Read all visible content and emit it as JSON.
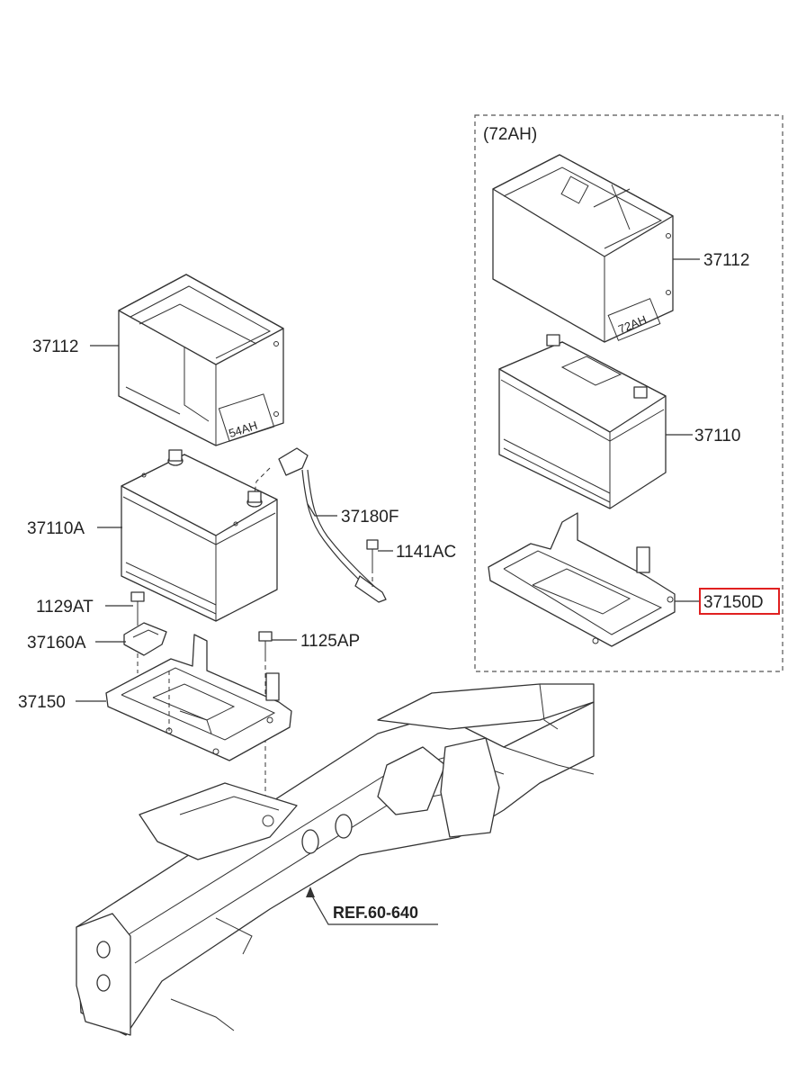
{
  "variant_box": {
    "title": "(72AH)"
  },
  "tray_marks": {
    "left": "54AH",
    "right": "72AH"
  },
  "labels": {
    "tray_left": "37112",
    "tray_right": "37112",
    "battery_left": "37110A",
    "battery_right": "37110",
    "cable": "37180F",
    "nut": "1141AC",
    "bolt_clamp": "1129AT",
    "clamp": "37160A",
    "bolt_tray": "1125AP",
    "bracket_left": "37150",
    "bracket_right": "37150D",
    "reference": "REF.60-640"
  },
  "highlight": {
    "part": "37150D",
    "color": "#e02020"
  }
}
